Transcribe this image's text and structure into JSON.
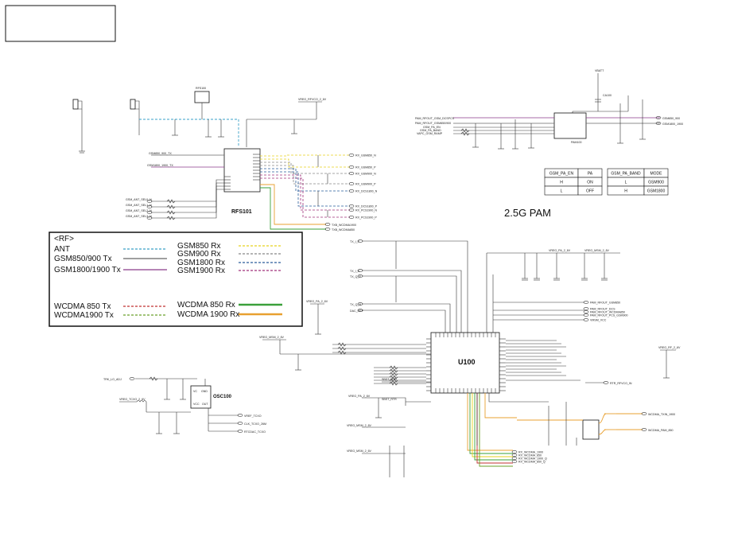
{
  "legend": {
    "title": "<RF>",
    "left": [
      {
        "label": "ANT",
        "color": "#3aa0c8",
        "dash": "3,2"
      },
      {
        "label": "GSM850/900 Tx",
        "color": "#666666",
        "dash": ""
      },
      {
        "label": "GSM1800/1900 Tx",
        "color": "#8a3a8a",
        "dash": ""
      },
      {
        "label": "WCDMA 850  Tx",
        "color": "#c03030",
        "dash": "3,2"
      },
      {
        "label": "WCDMA1900 Tx",
        "color": "#6aa02a",
        "dash": "3,2"
      }
    ],
    "right": [
      {
        "label": "GSM850 Rx",
        "color": "#e6d21e",
        "dash": "3,2"
      },
      {
        "label": "GSM900 Rx",
        "color": "#888888",
        "dash": "3,2"
      },
      {
        "label": "GSM1800 Rx",
        "color": "#2a5c9a",
        "dash": "3,2"
      },
      {
        "label": "GSM1900 Rx",
        "color": "#a0307a",
        "dash": "3,2"
      },
      {
        "label": "WCDMA 850  Rx",
        "color": "#3aa03a",
        "dash": ""
      },
      {
        "label": "WCDMA 1900 Rx",
        "color": "#e8a030",
        "dash": ""
      }
    ]
  },
  "components": {
    "rfs": "RFS101",
    "u100": "U100",
    "osc": "OSC100",
    "pam": "PAM100",
    "pam_title": "2.5G PAM",
    "vcc": "VCC",
    "out": "OUT",
    "vc": "VC",
    "gnd": "GND"
  },
  "tables": {
    "pa": {
      "headers": [
        "GSM_PA_EN",
        "PA"
      ],
      "rows": [
        [
          "H",
          "ON"
        ],
        [
          "L",
          "OFF"
        ]
      ]
    },
    "band": {
      "headers": [
        "GSM_PA_BAND",
        "MODE"
      ],
      "rows": [
        [
          "L",
          "GSM900"
        ],
        [
          "H",
          "GSM1800"
        ]
      ]
    }
  },
  "nets": {
    "rx": [
      "RX_GSM850_N",
      "RX_GSM850_P",
      "RX_GSM900_N",
      "RX_GSM900_P",
      "RX_DCS1800_N",
      "RX_DCS1800_P",
      "RX_PCS1900_N",
      "RX_PCS1900_P"
    ],
    "wcdma": [
      "TXB_WCDMA1900",
      "TXB_WCDMA850"
    ],
    "pam_in": [
      "PAM_RFOUT_GSM_DCSPCS",
      "PAM_RFOUT_GSM850/900",
      "GSM_PA_EN",
      "GSM_PA_BAND",
      "VAPC_GSM_RAMP"
    ],
    "pam_out": [
      "GSM850_900",
      "GSM1800_1900"
    ],
    "ant_sw": [
      "GSM_ANT_SEL0_N",
      "GSM_ANT_SEL1_N",
      "GSM_ANT_SEL2_N",
      "GSM_ANT_SEL3_N"
    ],
    "u100_right": [
      "PAM_RFOUT_GSM850",
      "PAM_RFOUT_DCS",
      "PAM_RFOUT_WCDMA850",
      "PAM_RFOUT_PCS_GSM900",
      "VMSM_VCC"
    ],
    "osc": [
      "VREF_TCXO",
      "CLK_TCXO_26M",
      "RTCDAC_TCXO"
    ],
    "bottom": [
      "RX_WCDMA_1900",
      "RX_WCDMA_850",
      "RX_WCDMA_1900_Q",
      "RX_WCDMA_850_Q"
    ],
    "wcdma_pa": [
      "WCDMA_TXIN_1900",
      "WCDMA_PAM_850"
    ],
    "power": [
      "VREG_RFVCO_2_6V",
      "VREG_PA_2_6V",
      "VREG_MSM_2_6V",
      "VREG_RF_2_6V",
      "VBATT",
      "VREG_TCXO_2_6V"
    ]
  }
}
